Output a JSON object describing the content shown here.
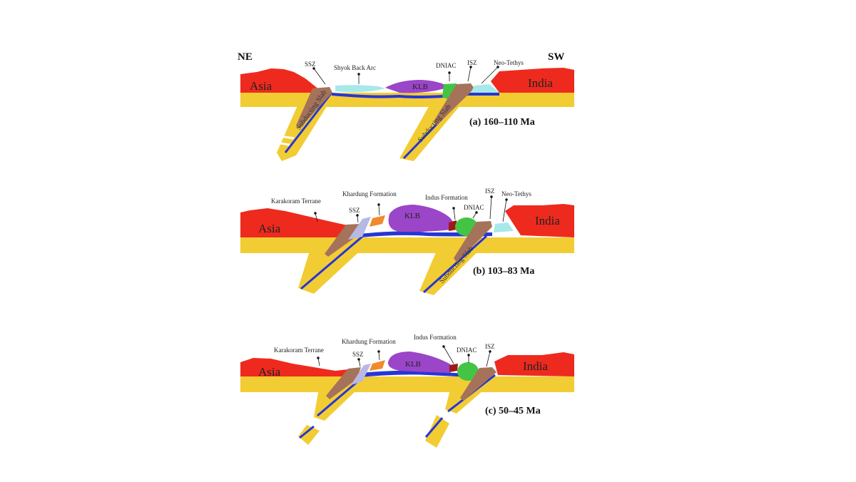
{
  "figure": {
    "directions": {
      "left": "NE",
      "right": "SW"
    },
    "colors": {
      "continent": "#ee2a1e",
      "mantle": "#f2cc33",
      "slab_line": "#2636d6",
      "klb": "#9b45c8",
      "dniac": "#44c445",
      "ssz_isz": "#a5735a",
      "back_arc": "#a8e8ea",
      "khardung": "#f08a2c",
      "indus": "#a01818",
      "ssz_wedge": "#b8b8e4"
    },
    "panels": [
      {
        "caption": "(a) 160–110 Ma",
        "continents": {
          "left": "Asia",
          "right": "India"
        },
        "block": "KLB",
        "slab_label": "Subducting Slab",
        "labels": [
          "SSZ",
          "Shyok Back Arc",
          "DNIAC",
          "ISZ",
          "Neo-Tethys"
        ]
      },
      {
        "caption": "(b) 103–83 Ma",
        "continents": {
          "left": "Asia",
          "right": "India"
        },
        "block": "KLB",
        "slab_label": "Subducting Slab",
        "labels": [
          "Karakoram Terrane",
          "SSZ",
          "Khardung Formation",
          "Indus Formation",
          "DNIAC",
          "ISZ",
          "Neo-Tethys"
        ]
      },
      {
        "caption": "(c) 50–45 Ma",
        "continents": {
          "left": "Asia",
          "right": "India"
        },
        "block": "KLB",
        "labels": [
          "Karakoram Terrane",
          "SSZ",
          "Khardung Formation",
          "Indus Formation",
          "DNIAC",
          "ISZ"
        ]
      }
    ]
  }
}
